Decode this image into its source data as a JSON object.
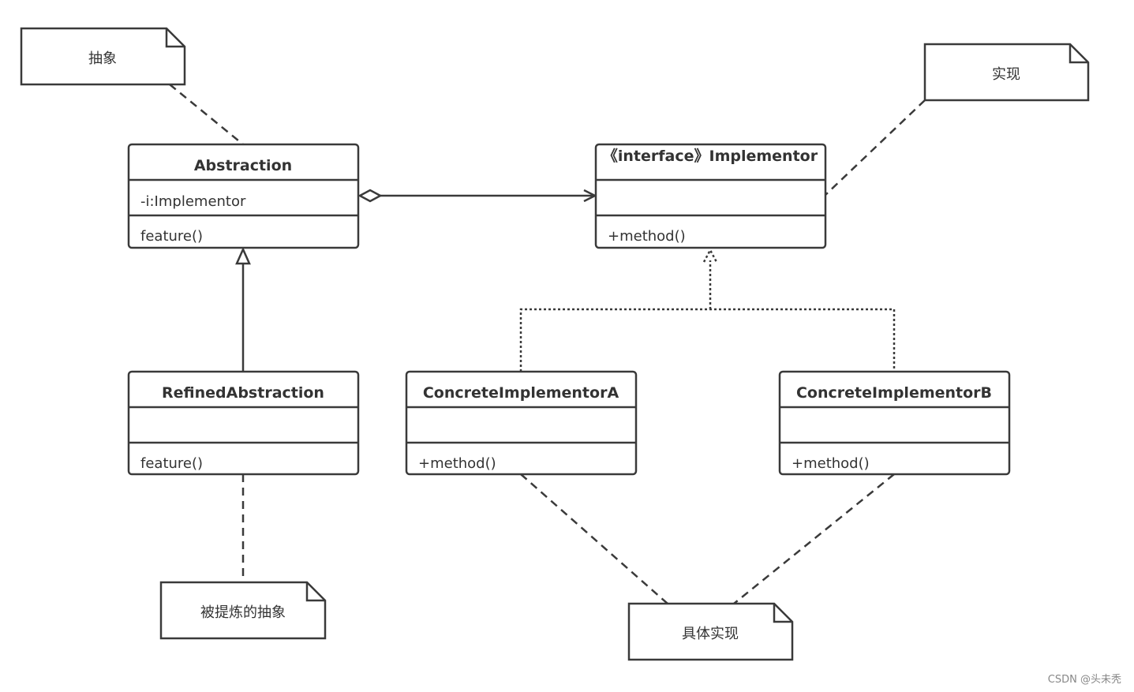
{
  "classes": {
    "abstraction": {
      "name": "Abstraction",
      "attribute": "-i:Implementor",
      "operation": "feature()"
    },
    "implementor": {
      "name": "《interface》Implementor",
      "attribute": "",
      "operation": "+method()"
    },
    "refined": {
      "name": "RefinedAbstraction",
      "attribute": "",
      "operation": "feature()"
    },
    "concrete_a": {
      "name": "ConcreteImplementorA",
      "attribute": "",
      "operation": "+method()"
    },
    "concrete_b": {
      "name": "ConcreteImplementorB",
      "attribute": "",
      "operation": "+method()"
    }
  },
  "notes": {
    "abstraction": "抽象",
    "implementation": "实现",
    "refined": "被提炼的抽象",
    "concrete": "具体实现"
  },
  "watermark": "CSDN @头未秃"
}
